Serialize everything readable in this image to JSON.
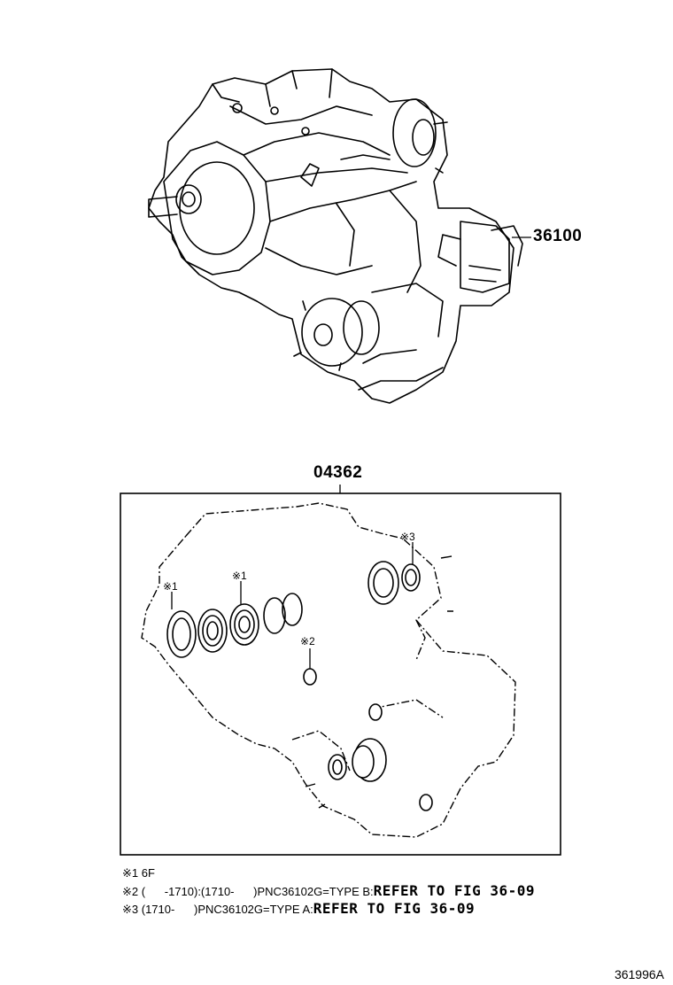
{
  "part_numbers": {
    "assembly": "36100",
    "kit": "04362"
  },
  "markers": {
    "m1a": "※1",
    "m1b": "※1",
    "m2": "※2",
    "m3": "※3"
  },
  "notes": [
    {
      "prefix": "※1 6F",
      "ref": ""
    },
    {
      "prefix": "※2 (      -1710):(1710-      )PNC36102G=TYPE B:",
      "ref": "REFER TO FIG 36-09"
    },
    {
      "prefix": "※3 (1710-      )PNC36102G=TYPE A:",
      "ref": "REFER TO FIG 36-09"
    }
  ],
  "figure_code": "361996A"
}
